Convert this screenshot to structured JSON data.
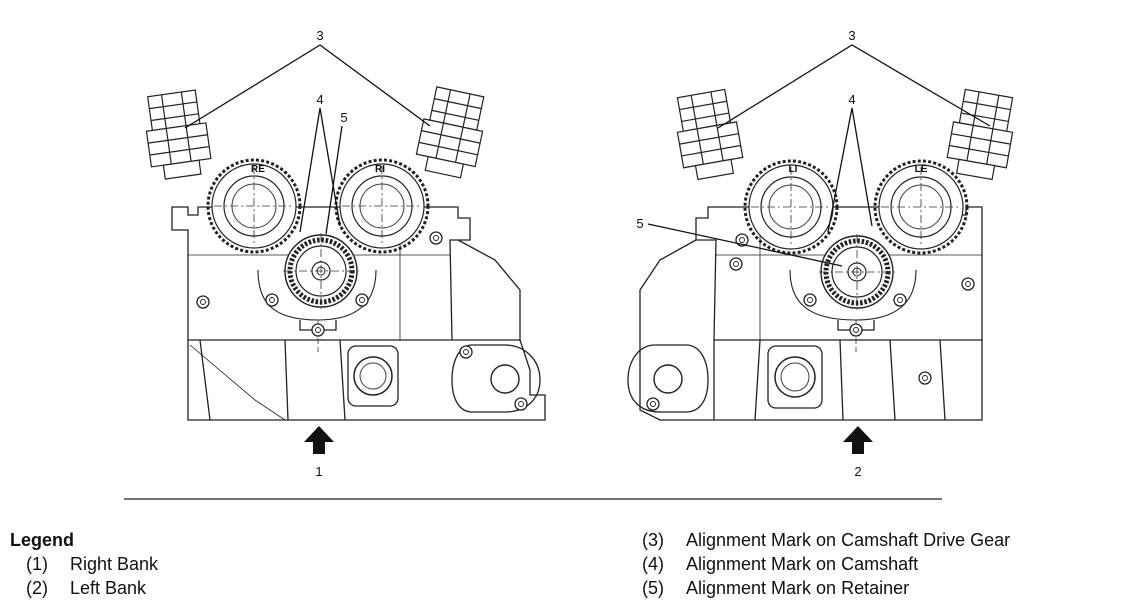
{
  "callouts": {
    "right_bank_view": {
      "c3": "3",
      "c4": "4",
      "c5": "5",
      "arrow": "1",
      "gear_left": "RE",
      "gear_right": "RI"
    },
    "left_bank_view": {
      "c3": "3",
      "c4": "4",
      "c5": "5",
      "arrow": "2",
      "gear_left": "LI",
      "gear_right": "LE"
    }
  },
  "legend": {
    "title": "Legend",
    "items": [
      {
        "num": "(1)",
        "label": "Right Bank"
      },
      {
        "num": "(2)",
        "label": "Left Bank"
      },
      {
        "num": "(3)",
        "label": "Alignment Mark on Camshaft Drive Gear"
      },
      {
        "num": "(4)",
        "label": "Alignment Mark on Camshaft"
      },
      {
        "num": "(5)",
        "label": "Alignment Mark on Retainer"
      }
    ]
  }
}
